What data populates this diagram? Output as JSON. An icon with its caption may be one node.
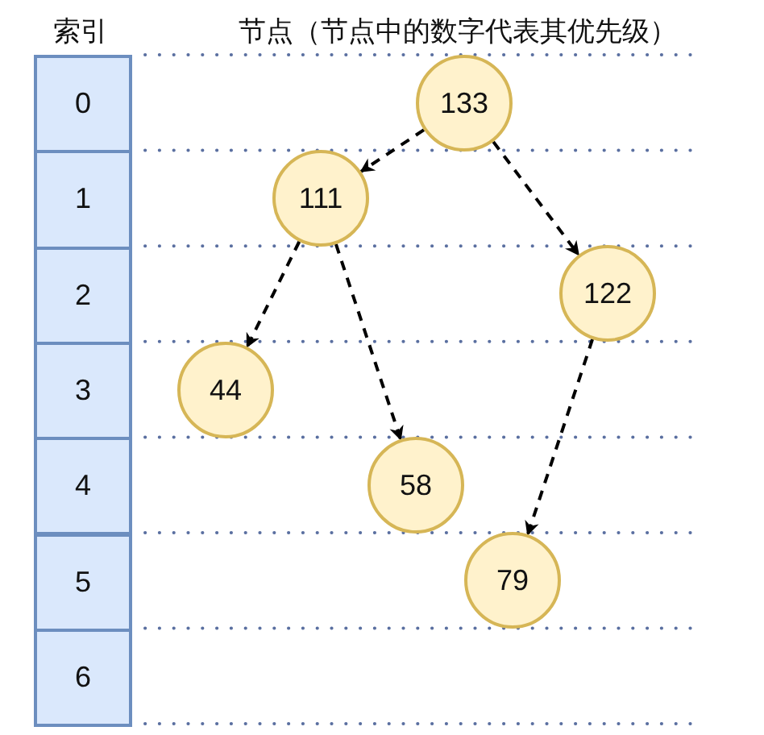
{
  "diagram": {
    "nodes": [
      {
        "text": [
          "0"
        ]
      },
      {
        "text": [
          "1"
        ]
      },
      {
        "text": [
          "2"
        ]
      },
      {
        "text": [
          "3"
        ]
      },
      {
        "text": [
          "4"
        ]
      },
      {
        "text": [
          "5"
        ]
      },
      {
        "text": [
          "6"
        ]
      },
      {
        "text": [
          "133"
        ]
      },
      {
        "text": [
          "111"
        ]
      },
      {
        "text": [
          "122"
        ]
      },
      {
        "text": [
          "44"
        ]
      },
      {
        "text": [
          "58"
        ]
      },
      {
        "text": [
          "79"
        ]
      }
    ],
    "edges": [
      {
        "from": 7,
        "to": 8,
        "arrow": "to",
        "style": "dashed"
      },
      {
        "from": 7,
        "to": 9,
        "arrow": "to",
        "style": "dashed"
      },
      {
        "from": 8,
        "to": 10,
        "arrow": "to",
        "style": "dashed"
      },
      {
        "from": 8,
        "to": 11,
        "arrow": "to",
        "style": "dashed"
      },
      {
        "from": 9,
        "to": 12,
        "arrow": "to",
        "style": "dashed"
      }
    ],
    "labels": [
      "索引",
      "节点（节点中的数字代表其优先级）"
    ]
  }
}
